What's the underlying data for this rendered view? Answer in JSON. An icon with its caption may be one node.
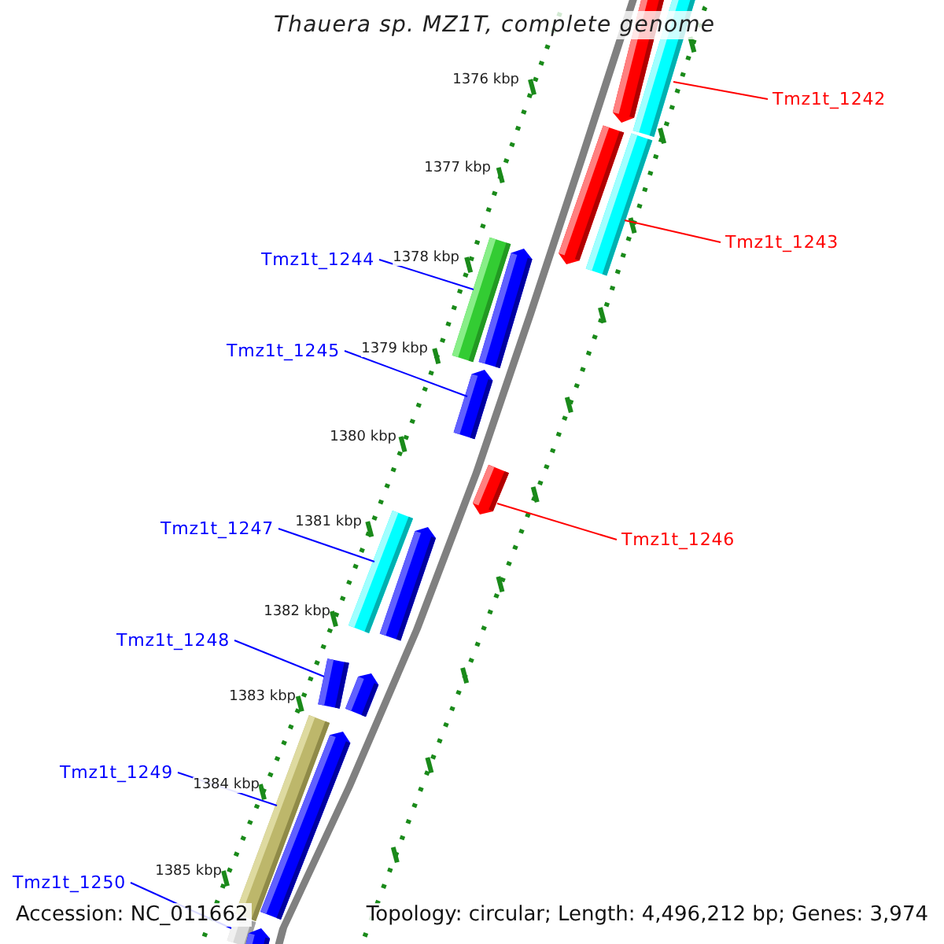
{
  "diagram": {
    "title": "Thauera sp. MZ1T, complete genome",
    "nodes": [
      {
        "text": [
          "Tmz1t_1242"
        ]
      },
      {
        "text": [
          "Tmz1t_1243"
        ]
      },
      {
        "text": [
          "Tmz1t_1244"
        ]
      },
      {
        "text": [
          "Tmz1t_1245"
        ]
      },
      {
        "text": [
          "Tmz1t_1246"
        ]
      },
      {
        "text": [
          "Tmz1t_1247"
        ]
      },
      {
        "text": [
          "Tmz1t_1248"
        ]
      },
      {
        "text": [
          "Tmz1t_1249"
        ]
      },
      {
        "text": [
          "Tmz1t_1250"
        ]
      },
      {
        "text": [],
        "shape": "pentagon"
      },
      {
        "text": [],
        "shape": "bar"
      },
      {
        "text": [],
        "shape": "pentagon"
      },
      {
        "text": [],
        "shape": "bar"
      },
      {
        "text": [],
        "shape": "bar"
      },
      {
        "text": [],
        "shape": "pentagon"
      },
      {
        "text": [],
        "shape": "pentagon"
      },
      {
        "text": [],
        "shape": "pentagon"
      },
      {
        "text": [],
        "shape": "bar"
      },
      {
        "text": [],
        "shape": "pentagon"
      },
      {
        "text": [],
        "shape": "bar"
      },
      {
        "text": [],
        "shape": "pentagon"
      },
      {
        "text": [],
        "shape": "bar"
      },
      {
        "text": [],
        "shape": "pentagon"
      },
      {
        "text": [],
        "shape": "bar"
      },
      {
        "text": [],
        "shape": "pentagon"
      }
    ],
    "edges": [
      {
        "from": 0,
        "to": 10,
        "arrow": "none",
        "color": "#ff0000"
      },
      {
        "from": 1,
        "to": 12,
        "arrow": "none",
        "color": "#ff0000"
      },
      {
        "from": 2,
        "to": 13,
        "arrow": "none"
      },
      {
        "from": 3,
        "to": 15,
        "arrow": "none"
      },
      {
        "from": 4,
        "to": 16,
        "arrow": "none",
        "color": "#ff0000"
      },
      {
        "from": 5,
        "to": 17,
        "arrow": "none"
      },
      {
        "from": 6,
        "to": 19,
        "arrow": "none"
      },
      {
        "from": 7,
        "to": 21,
        "arrow": "none"
      },
      {
        "from": 8,
        "to": 23,
        "arrow": "none"
      }
    ],
    "labels": [
      "1376 kbp",
      "1377 kbp",
      "1378 kbp",
      "1379 kbp",
      "1380 kbp",
      "1381 kbp",
      "1382 kbp",
      "1383 kbp",
      "1384 kbp",
      "1385 kbp",
      "Accession: NC_011662",
      "Topology: circular; Length: 4,496,212 bp; Genes: 3,974"
    ]
  }
}
